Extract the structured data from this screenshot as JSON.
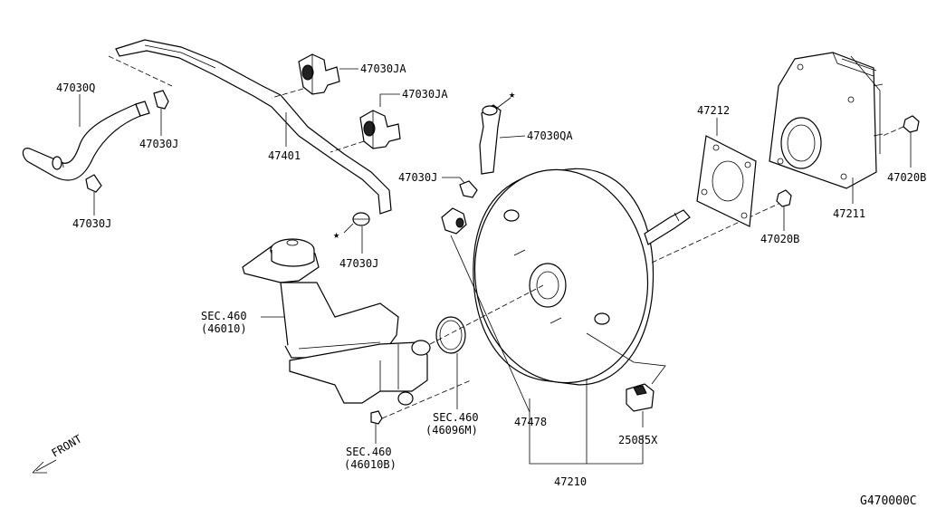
{
  "diagram_id": "G470000C",
  "front_label": "FRONT",
  "star": "★",
  "parts": {
    "hose_47030q": "47030Q",
    "clip_47030j_upper": "47030J",
    "clip_47030j_lower": "47030J",
    "valve_47030ja_1": "47030JA",
    "valve_47030ja_2": "47030JA",
    "tube_47401": "47401",
    "clip_47030j_tube": "47030J",
    "hose_47030qa": "47030QA",
    "clip_47030j_booster": "47030J",
    "gasket_47212": "47212",
    "spacer_47211": "47211",
    "nut_47020b_1": "47020B",
    "nut_47020b_2": "47020B",
    "master_cyl_sec": "SEC.460",
    "master_cyl_code": "(46010)",
    "oring_sec": "SEC.460",
    "oring_code": "(46096M)",
    "nut_sec": "SEC.460",
    "nut_code": "(46010B)",
    "connector_47478": "47478",
    "sensor_25085x": "25085X",
    "booster_47210": "47210"
  }
}
